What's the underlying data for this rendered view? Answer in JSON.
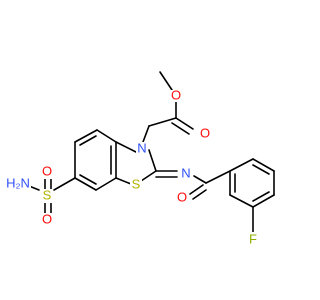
{
  "molecule": {
    "colors": {
      "bond": "#000000",
      "oxygen": "#ff0d0d",
      "nitrogen": "#3050f8",
      "sulfur": "#b2b200",
      "fluorine": "#8fb000"
    },
    "labels": {
      "ester_o_top": "O",
      "ester_o_bottom": "O",
      "ring_n": "N",
      "ring_s": "S",
      "imine_n": "N",
      "amide_o": "O",
      "fluorine": "F",
      "sulfonyl_s": "S",
      "sulfonyl_o_top": "O",
      "sulfonyl_o_bottom": "O",
      "sulfonamide_n": "H₂N"
    }
  }
}
